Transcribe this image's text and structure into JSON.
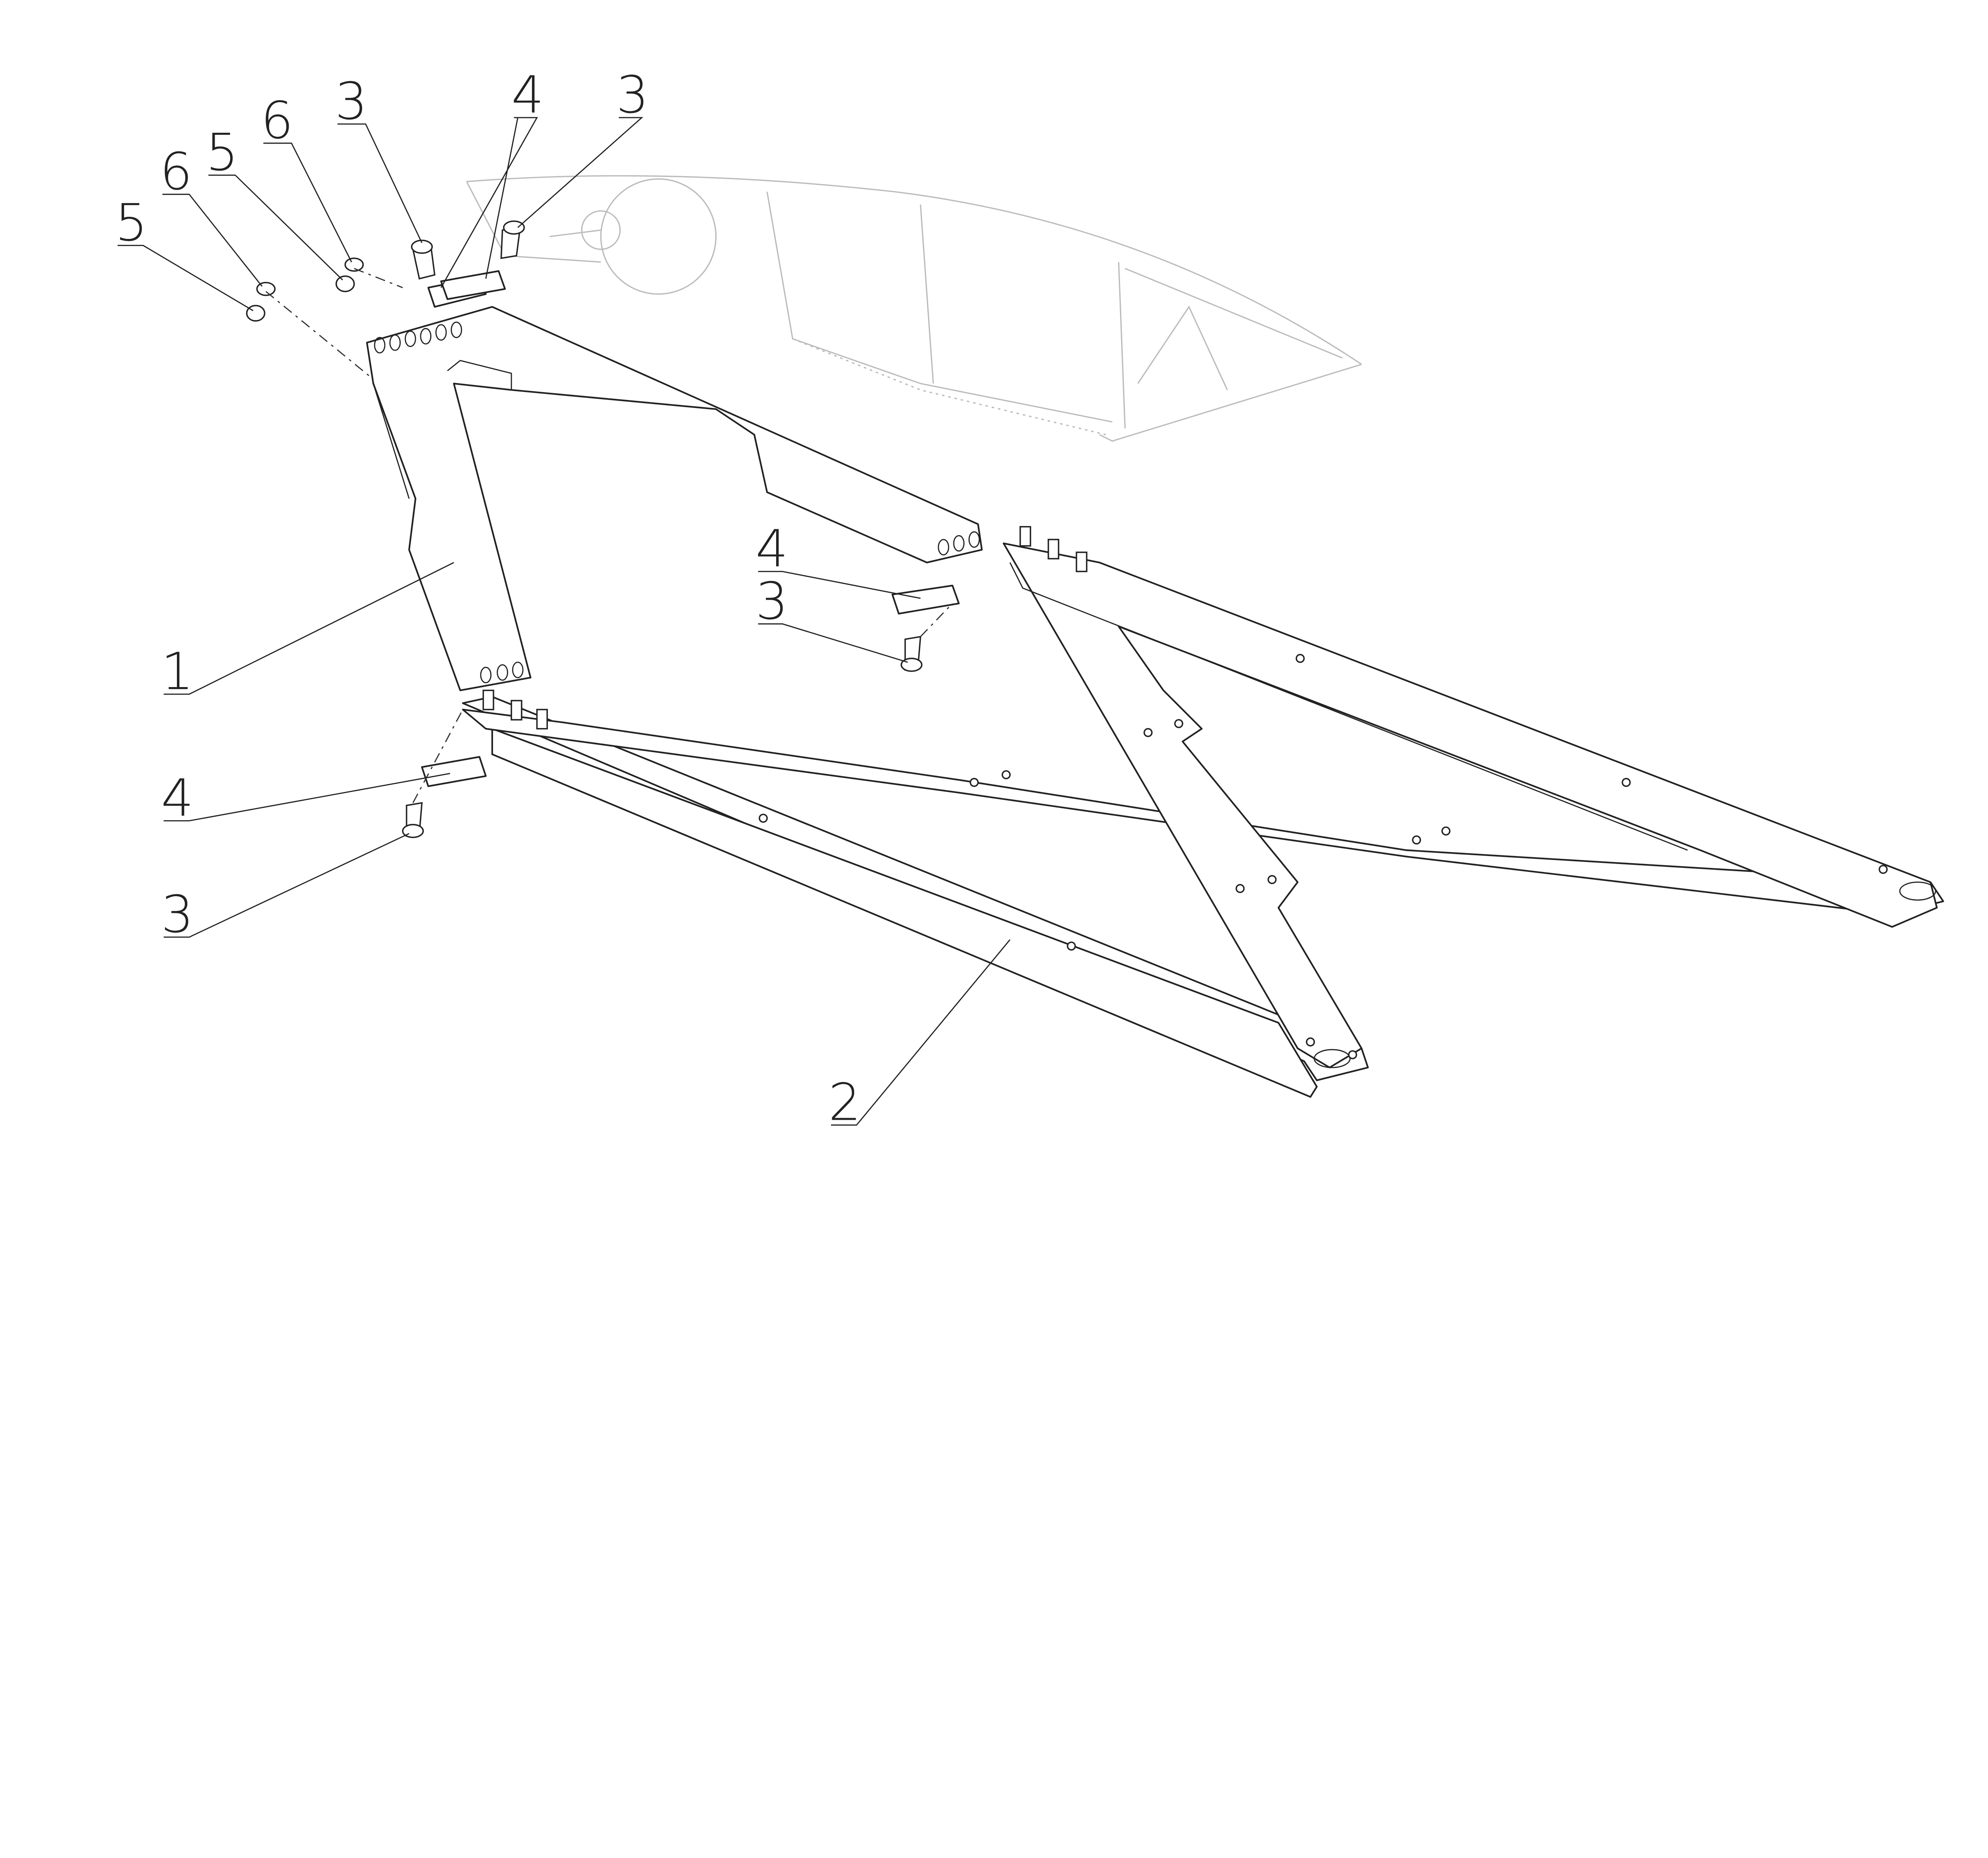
{
  "diagram": {
    "type": "exploded assembly drawing",
    "callouts": [
      {
        "id": "c5a",
        "text": "5"
      },
      {
        "id": "c6a",
        "text": "6"
      },
      {
        "id": "c5b",
        "text": "5"
      },
      {
        "id": "c6b",
        "text": "6"
      },
      {
        "id": "c3a",
        "text": "3"
      },
      {
        "id": "c4a",
        "text": "4"
      },
      {
        "id": "c3b",
        "text": "3"
      },
      {
        "id": "c1",
        "text": "1"
      },
      {
        "id": "c4b",
        "text": "4"
      },
      {
        "id": "c3c",
        "text": "3"
      },
      {
        "id": "c4c",
        "text": "4"
      },
      {
        "id": "c3d",
        "text": "3"
      },
      {
        "id": "c2",
        "text": "2"
      }
    ],
    "colors": {
      "line": "#222222",
      "background_machine": "#bbbbbb"
    }
  }
}
